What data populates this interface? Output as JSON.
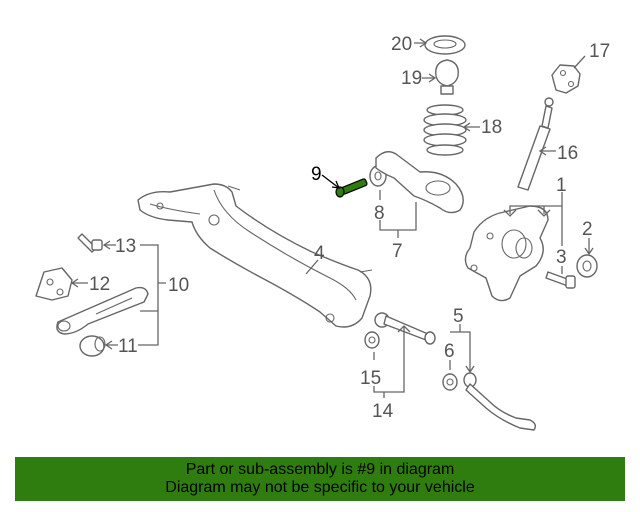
{
  "labels": {
    "l1": "1",
    "l2": "2",
    "l3": "3",
    "l4": "4",
    "l5": "5",
    "l6": "6",
    "l7": "7",
    "l8": "8",
    "l9": "9",
    "l10": "10",
    "l11": "11",
    "l12": "12",
    "l13": "13",
    "l14": "14",
    "l15": "15",
    "l16": "16",
    "l17": "17",
    "l18": "18",
    "l19": "19",
    "l20": "20"
  },
  "highlight_part": "9",
  "notice": {
    "line1": "Part or sub-assembly is #9 in diagram",
    "line2": "Diagram may not be specific to your vehicle"
  },
  "colors": {
    "banner_bg": "#2f7d0f",
    "highlight_part_fill": "#2f7d0f",
    "line_art": "#666666"
  }
}
